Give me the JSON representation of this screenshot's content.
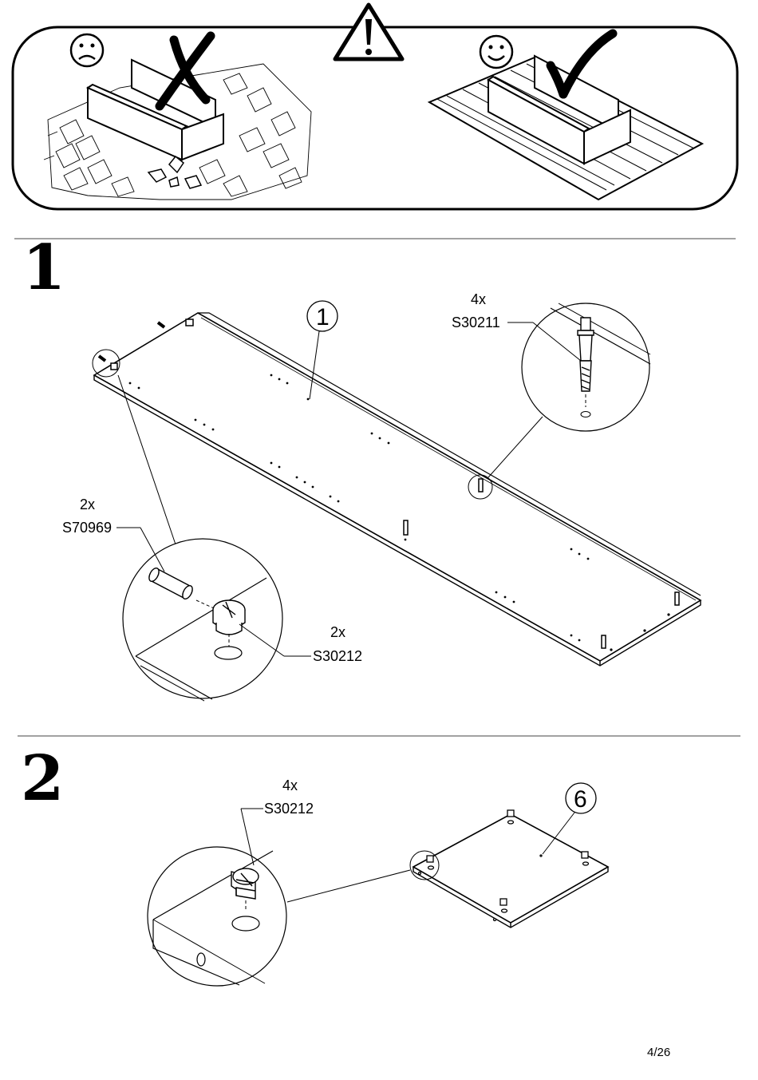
{
  "warning": {
    "bad_face_icon": "sad-face-icon",
    "good_face_icon": "smiley-face-icon",
    "alert_icon": "warning-triangle-icon",
    "bad_mark_icon": "x-mark-icon",
    "good_mark_icon": "check-mark-icon"
  },
  "step1": {
    "number": "1",
    "part_number": "1",
    "fittings": [
      {
        "qty": "4x",
        "code": "S30211"
      },
      {
        "qty": "2x",
        "code": "S70969"
      },
      {
        "qty": "2x",
        "code": "S30212"
      }
    ]
  },
  "step2": {
    "number": "2",
    "part_number": "6",
    "fittings": [
      {
        "qty": "4x",
        "code": "S30212"
      }
    ]
  },
  "footer": {
    "page": "4/26"
  }
}
